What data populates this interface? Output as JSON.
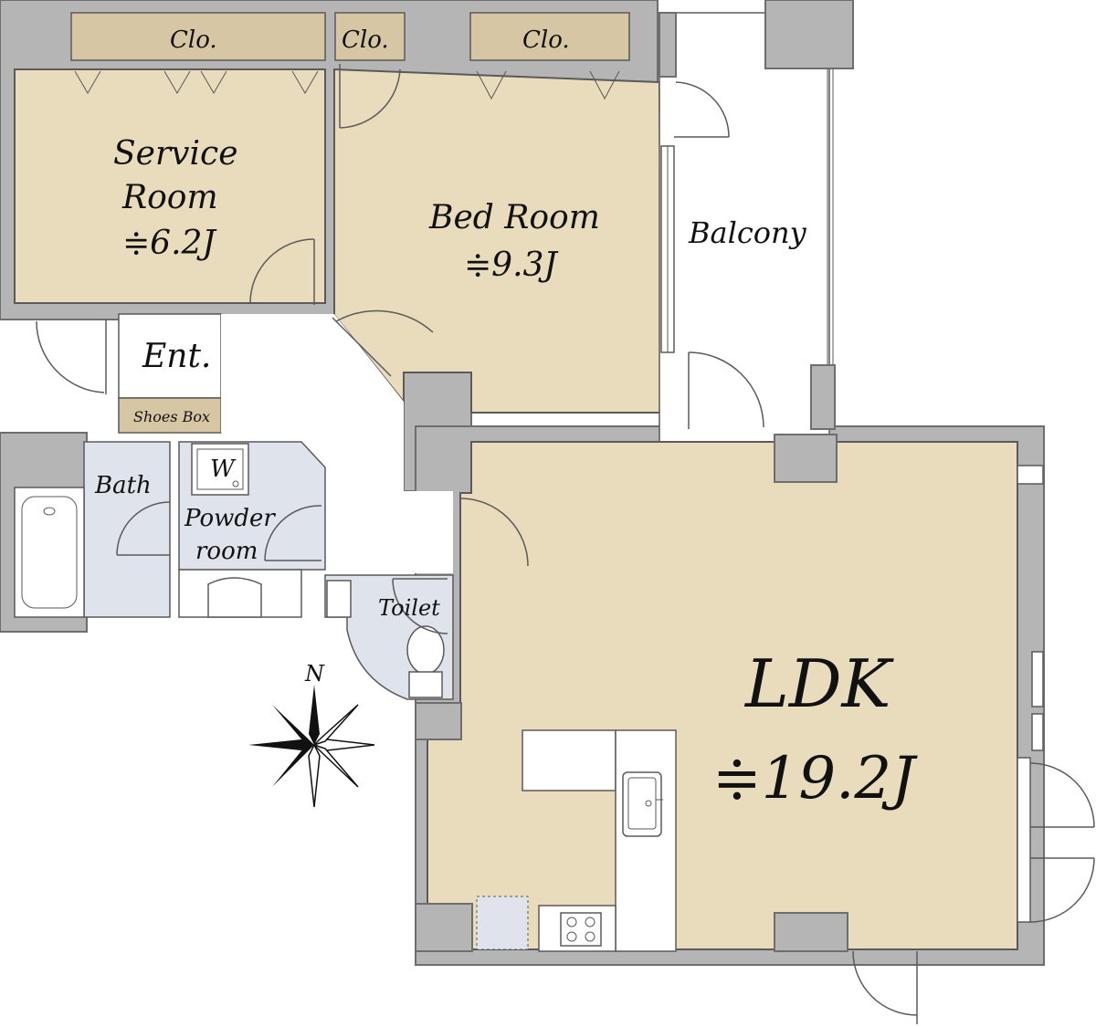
{
  "rooms": {
    "service_room": {
      "line1": "Service",
      "line2": "Room",
      "size": "≑6.2J"
    },
    "bed_room": {
      "name": "Bed Room",
      "size": "≑9.3J"
    },
    "balcony": {
      "name": "Balcony"
    },
    "entrance": {
      "name": "Ent."
    },
    "shoes_box": {
      "name": "Shoes Box"
    },
    "bath": {
      "name": "Bath"
    },
    "washer": {
      "name": "W"
    },
    "powder_room": {
      "line1": "Powder",
      "line2": "room"
    },
    "toilet": {
      "name": "Toilet"
    },
    "ldk": {
      "name": "LDK",
      "size": "≑19.2J"
    }
  },
  "closets": {
    "label": "Clo."
  },
  "compass": {
    "north_label": "N"
  },
  "colors": {
    "room_floor": "#e8dcbd",
    "closet": "#d7c6a3",
    "wet_area": "#dfe3ec",
    "wall": "#b5b5b5",
    "outline": "#5a5a5a"
  }
}
